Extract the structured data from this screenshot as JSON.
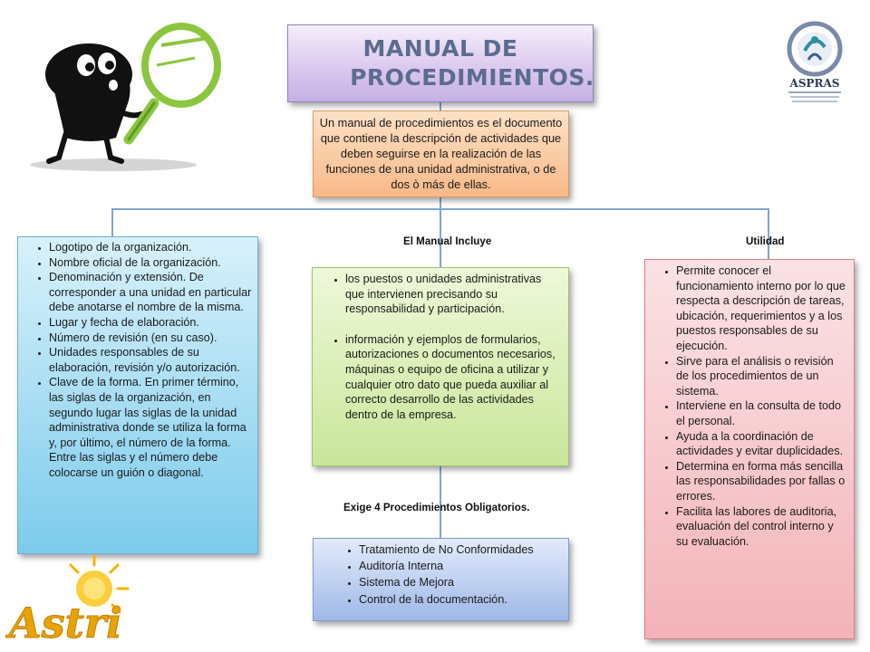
{
  "title": {
    "line1": "MANUAL DE",
    "line2": "PROCEDIMIENTOS."
  },
  "definition": "Un manual de procedimientos es el documento que contiene la descripción de actividades que deben seguirse en la realización de las funciones de una unidad administrativa, o de dos ò más de ellas.",
  "left_list": [
    "Logotipo de la organización.",
    "Nombre oficial de la organización.",
    "Denominación y extensión. De corresponder a una unidad en particular debe anotarse el nombre de la misma.",
    "Lugar y fecha de elaboración.",
    "Número de revisión (en su caso).",
    "Unidades responsables de su elaboración, revisión y/o autorización.",
    "Clave de la forma. En primer término, las siglas de la organización, en segundo lugar las siglas de la unidad administrativa donde se utiliza la forma y, por último, el número de la forma. Entre las siglas y el número debe colocarse un guión o diagonal."
  ],
  "middle": {
    "label": "El Manual Incluye",
    "items": [
      "los puestos o unidades administrativas que intervienen precisando su responsabilidad y participación.",
      " información y ejemplos de formularios, autorizaciones o documentos necesarios, máquinas o equipo de oficina a utilizar y cualquier otro dato que pueda auxiliar al correcto desarrollo de las actividades dentro de la empresa."
    ]
  },
  "right": {
    "label": "Utilidad",
    "items": [
      "Permite conocer el funcionamiento interno por lo que respecta a descripción de tareas, ubicación, requerimientos y a los puestos responsables de su ejecución.",
      "Sirve para el análisis o revisión de los procedimientos de un sistema.",
      "Interviene en la consulta de todo el personal.",
      "Ayuda a la coordinación de actividades y evitar duplicidades.",
      "Determina en forma más sencilla las responsabilidades por fallas o errores.",
      "Facilita las labores de auditoria, evaluación del control interno y su evaluación."
    ]
  },
  "bottom": {
    "label": "Exige 4 Procedimientos Obligatorios.",
    "items": [
      "Tratamiento de No Conformidades",
      "Auditoría Interna",
      "Sistema de Mejora",
      "Control de la documentación."
    ]
  },
  "logo": {
    "name": "ASPRAS",
    "icon": "aspras-logo-icon"
  },
  "signature": {
    "text": "Astri",
    "icon": "sun-icon"
  },
  "mascot": {
    "icon": "magnifying-glass-mascot-icon"
  }
}
